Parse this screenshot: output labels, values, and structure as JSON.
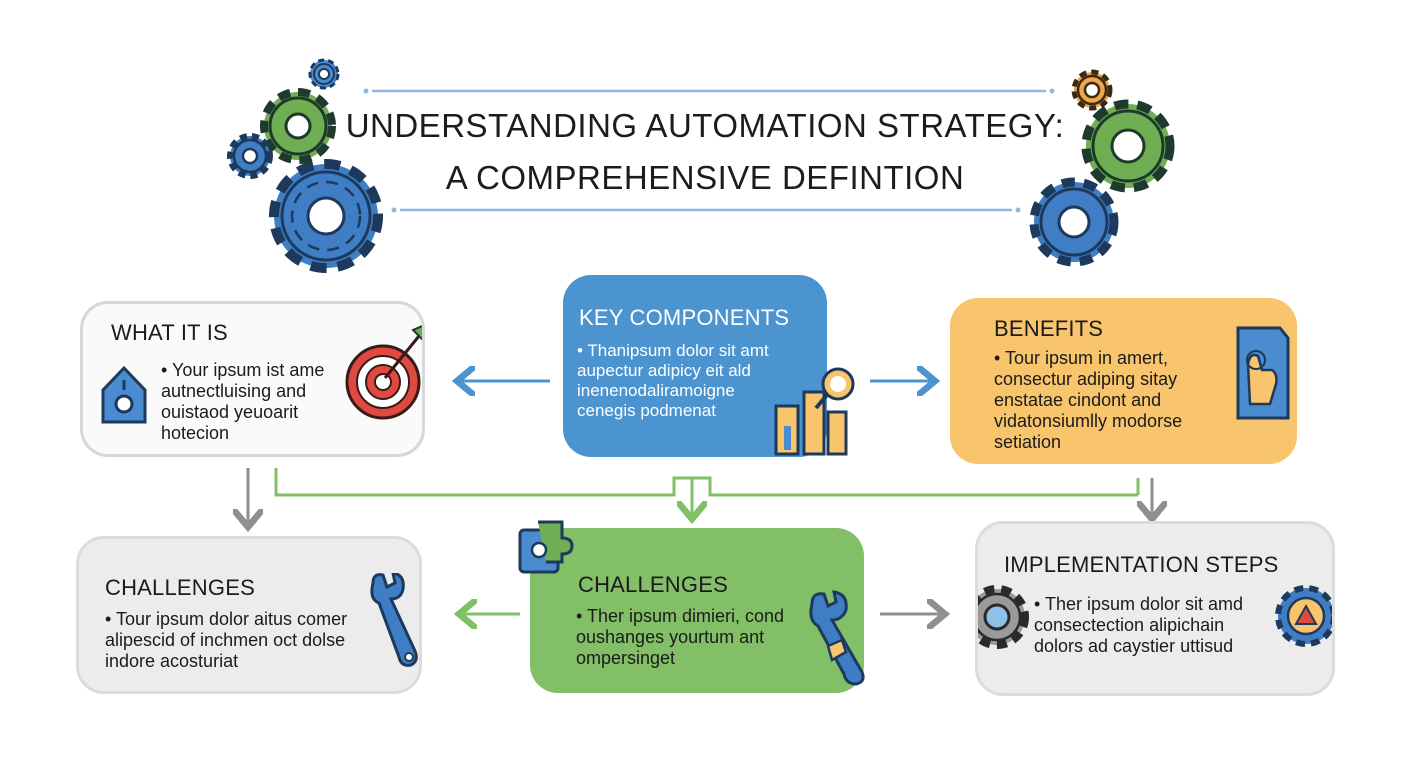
{
  "title": {
    "line1": "UNDERSTANDING AUTOMATION STRATEGY:",
    "line2": "A COMPREHENSIVE DEFINTION"
  },
  "cards": {
    "what_it_is": {
      "heading": "WHAT IT IS",
      "lines": [
        "• Your ipsum ist ame",
        "autnectluising and",
        "ouistaod yeuoarit",
        "hotecion"
      ]
    },
    "key_components": {
      "heading": "KEY COMPONENTS",
      "lines": [
        "• Thanipsum dolor sit amt",
        "aupectur adipicy eit ald",
        "inenenodaliramoigne",
        "cenegis podmenat"
      ]
    },
    "benefits": {
      "heading": "BENEFITS",
      "lines": [
        "• Tour ipsum in amert,",
        "consectur adiping sitay",
        "enstatae cindont and",
        "vidatonsiumlly modorse",
        "setiation"
      ]
    },
    "challenges_left": {
      "heading": "CHALLENGES",
      "lines": [
        "• Tour ipsum dolor aitus comer",
        "alipescid of inchmen oct dolse",
        "indore acosturiat"
      ]
    },
    "challenges_center": {
      "heading": "CHALLENGES",
      "lines": [
        "• Ther ipsum dimieri, cond",
        "oushanges yourtum ant",
        "ompersinget"
      ]
    },
    "implementation": {
      "heading": "IMPLEMENTATION STEPS",
      "lines": [
        "• Ther ipsum dolor sit amd",
        "consectection alipichain",
        "dolors ad caystier uttisud"
      ]
    }
  },
  "colors": {
    "blue": "#4b94d0",
    "green": "#82bf66",
    "orange": "#f8c46c",
    "gray": "#ececec",
    "gear_blue": "#3f7ec4",
    "gear_green": "#6fae52",
    "gear_orange": "#f0a64a",
    "arrow_blue": "#4b94d0",
    "arrow_green": "#82bf66",
    "arrow_gray": "#8f8f8f",
    "target_red": "#e0493f"
  },
  "icons": [
    "gear-icon",
    "house-icon",
    "target-icon",
    "magnifier-icon",
    "bar-chart-icon",
    "hand-pointer-icon",
    "wrench-icon",
    "puzzle-icon",
    "rocket-icon"
  ]
}
